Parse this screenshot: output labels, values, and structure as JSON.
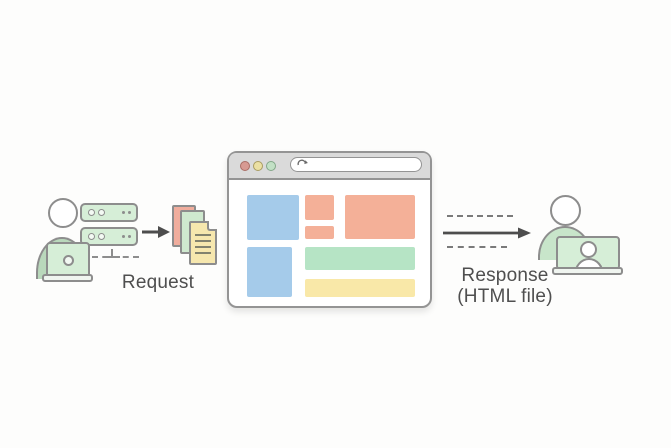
{
  "labels": {
    "request": "Request",
    "response_line1": "Response",
    "response_line2": "(HTML file)"
  },
  "figures": {
    "client": {
      "user": "person-at-laptop",
      "servers": "double-server-rack",
      "ground": "dashed-ground-line"
    },
    "request_transfer": {
      "arrow": "solid-right-arrow",
      "documents": [
        "salmon-page",
        "green-page",
        "yellow-page-with-text-lines"
      ]
    },
    "browser": {
      "window_dots": [
        "red",
        "yellow",
        "green"
      ],
      "refresh_icon": "clockwise-arrow",
      "address_value": "",
      "blocks": [
        {
          "id": "blue-1",
          "color": "blue"
        },
        {
          "id": "salmon-small-1",
          "color": "salmon"
        },
        {
          "id": "salmon-small-2",
          "color": "salmon"
        },
        {
          "id": "salmon-large",
          "color": "salmon"
        },
        {
          "id": "blue-2",
          "color": "blue"
        },
        {
          "id": "green-wide",
          "color": "green"
        },
        {
          "id": "yellow-wide",
          "color": "yellow"
        }
      ]
    },
    "response_transfer": {
      "arrows": [
        "dashed-line",
        "solid-right-arrow",
        "dashed-line"
      ],
      "user": "person-with-video-call-laptop"
    }
  },
  "colors": {
    "bg": "#fdfdfc",
    "outline": "#8d8d8d",
    "arrow_dark": "#4d4d4d",
    "dash_gray": "#7a7a7a",
    "text_gray": "#4f4f4f",
    "mint": "#d6eed7",
    "mint_shadow": "#b9d8bb",
    "body_green": "#c8e5ca",
    "base_strip": "#f0f5f0",
    "window_border": "#949494",
    "toolbar_gray": "#dadada",
    "dot_red": "#d79a92",
    "dot_red_border": "#aa6d64",
    "dot_yellow": "#ebe0a3",
    "dot_yellow_border": "#a99c60",
    "dot_green": "#c2e0c5",
    "dot_green_border": "#83a788",
    "block_blue": "#a5cbea",
    "block_salmon": "#f4b098",
    "block_green": "#b6e4c5",
    "block_yellow": "#f9e8a8",
    "doc_salmon": "#f0ad9d",
    "doc_green": "#cfe9cf",
    "doc_yellow": "#f6e7ae",
    "doc_line": "#82826e"
  }
}
